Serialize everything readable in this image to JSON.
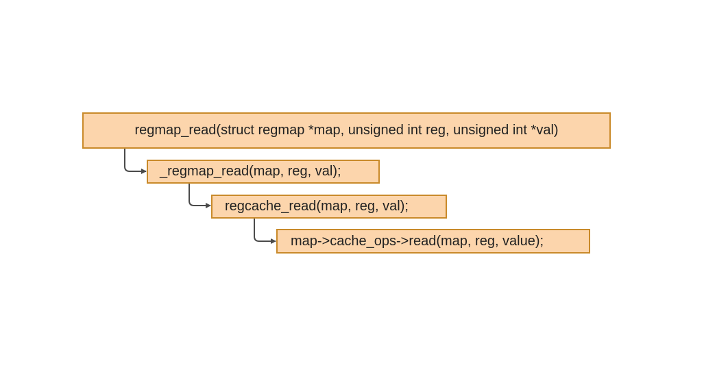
{
  "diagram": {
    "nodes": [
      {
        "id": "root",
        "label": "regmap_read(struct regmap *map, unsigned int reg, unsigned int *val)"
      },
      {
        "id": "level1",
        "label": "_regmap_read(map, reg, val);"
      },
      {
        "id": "level2",
        "label": "regcache_read(map, reg, val);"
      },
      {
        "id": "level3",
        "label": "map->cache_ops->read(map, reg, value);"
      }
    ],
    "edges": [
      {
        "from": "root",
        "to": "level1"
      },
      {
        "from": "level1",
        "to": "level2"
      },
      {
        "from": "level2",
        "to": "level3"
      }
    ],
    "colors": {
      "node_fill": "#fcd5ac",
      "node_border": "#c98a2a",
      "connector": "#4a4a4a",
      "text": "#222222"
    }
  }
}
